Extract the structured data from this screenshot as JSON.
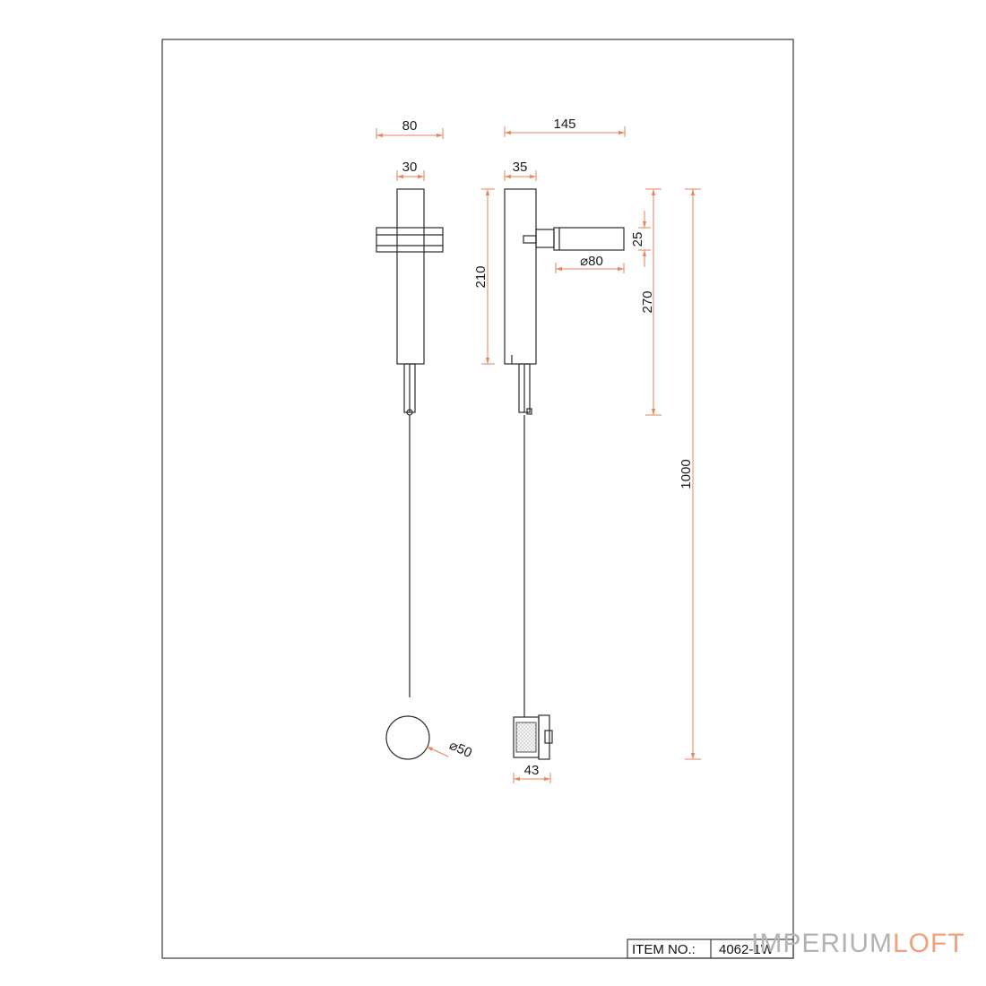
{
  "dimensions": {
    "front_width": "80",
    "front_tube": "30",
    "side_depth": "145",
    "side_tube": "35",
    "body_height": "210",
    "head_thickness": "25",
    "head_diameter": "⌀80",
    "arm_height": "270",
    "total_height": "1000",
    "switch_diameter": "⌀50",
    "switch_depth": "43"
  },
  "title_block": {
    "item_label": "ITEM NO.:",
    "item_value": "4062-1W"
  },
  "watermark": {
    "part1": "IMPERIUM",
    "part2": "LOFT",
    "color1": "#b3b3b3",
    "color2": "#f0a07a"
  },
  "colors": {
    "dimension": "#e8825a",
    "line": "#2b2b2b"
  }
}
